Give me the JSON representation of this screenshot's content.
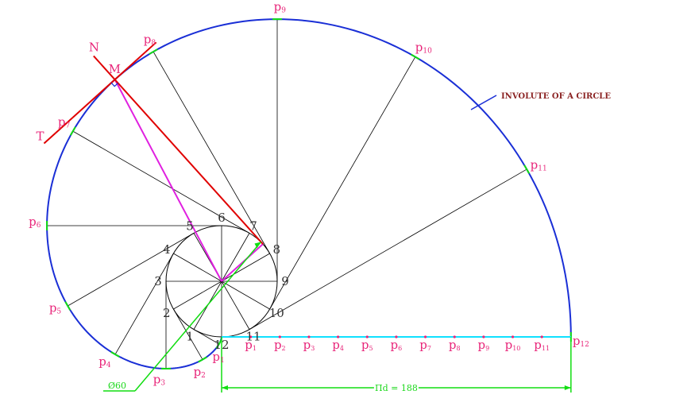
{
  "colors": {
    "involute": "#1a2fd6",
    "construction": "#000000",
    "normal_tangent": "#e00000",
    "magenta": "#e020e0",
    "dimension": "#11dd11",
    "baseline": "#10e0ff",
    "point_label": "#e8267a",
    "title": "#8b2323",
    "M_label": "#1ad81a"
  },
  "title": "INVOLUTE OF A CIRCLE",
  "dimension_label": "Πd = 188",
  "diameter_label": "Ø60",
  "point_M_label": "M",
  "normal_label": "N",
  "tangent_label": "T",
  "circle_division_numbers": [
    "1",
    "2",
    "3",
    "4",
    "5",
    "6",
    "7",
    "8",
    "9",
    "10",
    "11",
    "12"
  ],
  "involute_points": [
    {
      "base": "p",
      "sub": "1"
    },
    {
      "base": "p",
      "sub": "2"
    },
    {
      "base": "p",
      "sub": "3"
    },
    {
      "base": "p",
      "sub": "4"
    },
    {
      "base": "p",
      "sub": "5"
    },
    {
      "base": "p",
      "sub": "6"
    },
    {
      "base": "p",
      "sub": "7"
    },
    {
      "base": "p",
      "sub": "8"
    },
    {
      "base": "p",
      "sub": "9"
    },
    {
      "base": "p",
      "sub": "10"
    },
    {
      "base": "p",
      "sub": "11"
    },
    {
      "base": "p",
      "sub": "12"
    }
  ],
  "baseline_points": [
    {
      "base": "p",
      "sub": "1"
    },
    {
      "base": "p",
      "sub": "2"
    },
    {
      "base": "p",
      "sub": "3"
    },
    {
      "base": "p",
      "sub": "4"
    },
    {
      "base": "p",
      "sub": "5"
    },
    {
      "base": "p",
      "sub": "6"
    },
    {
      "base": "p",
      "sub": "7"
    },
    {
      "base": "p",
      "sub": "8"
    },
    {
      "base": "p",
      "sub": "9"
    },
    {
      "base": "p",
      "sub": "10"
    },
    {
      "base": "p",
      "sub": "11"
    }
  ]
}
